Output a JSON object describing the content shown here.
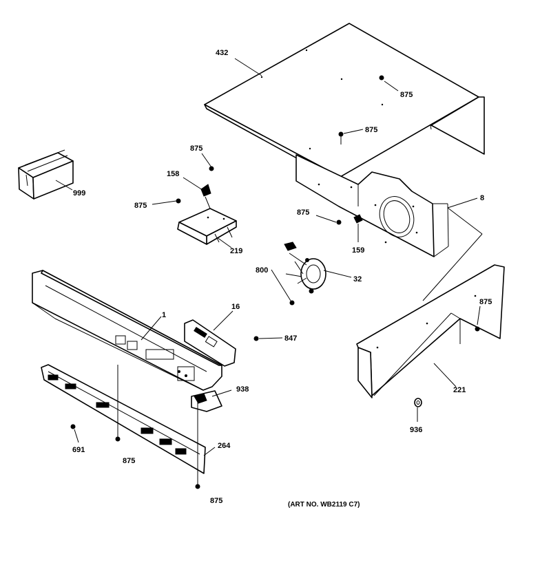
{
  "diagram": {
    "callouts": {
      "c432": "432",
      "c875_top": "875",
      "c875_mid": "875",
      "c875_bracket_top": "875",
      "c158": "158",
      "c875_bracket_left": "875",
      "c219": "219",
      "c999": "999",
      "c8": "8",
      "c875_motor": "875",
      "c159": "159",
      "c800": "800",
      "c32": "32",
      "c875_right": "875",
      "c1": "1",
      "c16": "16",
      "c847": "847",
      "c938": "938",
      "c221": "221",
      "c936": "936",
      "c691": "691",
      "c875_bottom_a": "875",
      "c264": "264",
      "c875_bottom_b": "875"
    },
    "art_note": "(ART NO. WB2119 C7)"
  }
}
